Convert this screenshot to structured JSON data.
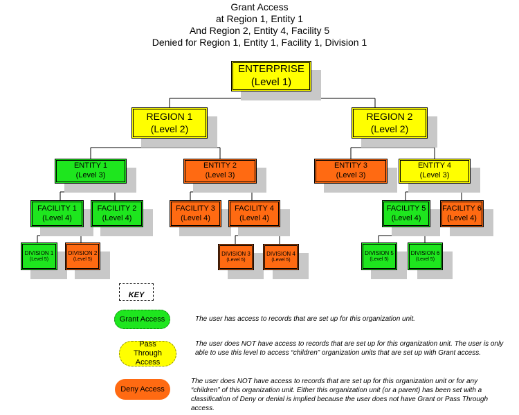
{
  "title": {
    "line1": "Grant Access",
    "line2": "at Region 1, Entity 1",
    "line3": "And Region 2, Entity 4, Facility 5",
    "line4": "Denied for Region 1, Entity 1, Facility 1, Division 1"
  },
  "colors": {
    "grant": "#1ee61e",
    "pass_through": "#ffff00",
    "deny": "#ff6a12",
    "shadow": "#c8c8c8"
  },
  "nodes": {
    "enterprise": {
      "name": "ENTERPRISE",
      "level": "(Level 1)",
      "status": "pass_through"
    },
    "region1": {
      "name": "REGION 1",
      "level": "(Level 2)",
      "status": "pass_through"
    },
    "region2": {
      "name": "REGION 2",
      "level": "(Level 2)",
      "status": "pass_through"
    },
    "entity1": {
      "name": "ENTITY 1",
      "level": "(Level 3)",
      "status": "grant"
    },
    "entity2": {
      "name": "ENTITY 2",
      "level": "(Level 3)",
      "status": "deny"
    },
    "entity3": {
      "name": "ENTITY 3",
      "level": "(Level 3)",
      "status": "deny"
    },
    "entity4": {
      "name": "ENTITY 4",
      "level": "(Level 3)",
      "status": "pass_through"
    },
    "facility1": {
      "name": "FACILITY 1",
      "level": "(Level 4)",
      "status": "grant"
    },
    "facility2": {
      "name": "FACILITY 2",
      "level": "(Level 4)",
      "status": "grant"
    },
    "facility3": {
      "name": "FACILITY 3",
      "level": "(Level 4)",
      "status": "deny"
    },
    "facility4": {
      "name": "FACILITY 4",
      "level": "(Level 4)",
      "status": "deny"
    },
    "facility5": {
      "name": "FACILITY 5",
      "level": "(Level 4)",
      "status": "grant"
    },
    "facility6": {
      "name": "FACILITY 6",
      "level": "(Level 4)",
      "status": "deny"
    },
    "division1": {
      "name": "DIVISION 1",
      "level": "(Level 5)",
      "status": "grant"
    },
    "division2": {
      "name": "DIVISION 2",
      "level": "(Level 5)",
      "status": "deny"
    },
    "division3": {
      "name": "DIVISION 3",
      "level": "(Level 5)",
      "status": "deny"
    },
    "division4": {
      "name": "DIVISION 4",
      "level": "(Level 5)",
      "status": "deny"
    },
    "division5": {
      "name": "DIVISION 5",
      "level": "(Level 5)",
      "status": "grant"
    },
    "division6": {
      "name": "DIVISION 6",
      "level": "(Level 5)",
      "status": "grant"
    }
  },
  "key": {
    "heading": "KEY",
    "grant": {
      "label": "Grant Access",
      "desc": "The user has access to records that are set up for this organization unit."
    },
    "pass": {
      "label": "Pass Through Access",
      "desc": "The user does NOT have access to records that are set up for this organization unit. The user is only able to use this level to access “children” organization units that are set up with Grant access."
    },
    "deny": {
      "label": "Deny Access",
      "desc": "The user does NOT have access to records that are set up for this organization unit or for any “children” of this organization unit.  Either this organization unit (or a parent) has been set with a classification of Deny or denial is implied because the user does not have Grant or Pass Through access."
    }
  }
}
